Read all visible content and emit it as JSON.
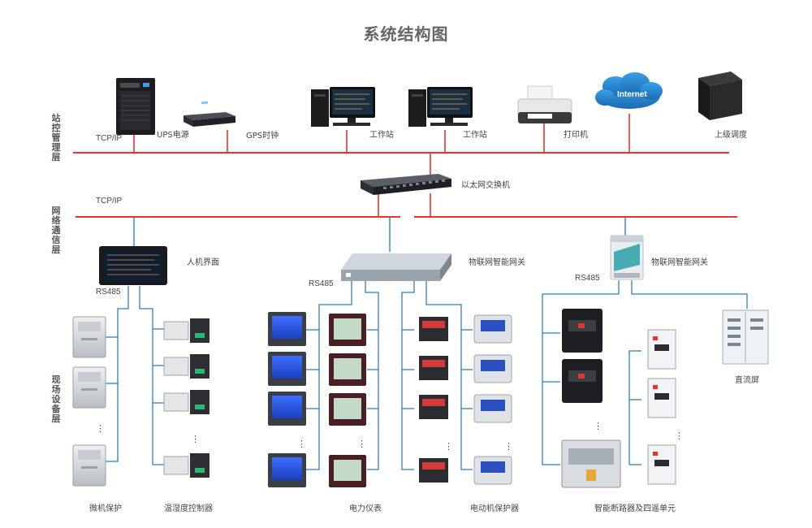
{
  "title": "系统结构图",
  "layers": {
    "station": "站控管理层",
    "network": "网络通信层",
    "field": "现场设备层"
  },
  "protocols": {
    "tcp_top": "TCP/IP",
    "tcp_mid": "TCP/IP",
    "rs485_left": "RS485",
    "rs485_center": "RS485",
    "rs485_right": "RS485"
  },
  "station_devices": {
    "ups": "UPS电源",
    "gps": "GPS时钟",
    "workstation1": "工作站",
    "workstation2": "工作站",
    "printer": "打印机",
    "internet": "Internet",
    "dispatch": "上级调度"
  },
  "network_devices": {
    "switch": "以太网交换机",
    "hmi": "人机界面",
    "gateway_center": "物联网智能网关",
    "gateway_right": "物联网智能网关"
  },
  "field_groups": {
    "micro_protection": "微机保护",
    "humidity_controller": "温湿度控制器",
    "power_meter": "电力仪表",
    "motor_protector": "电动机保护器",
    "breaker": "智能断路器及四遥单元",
    "dc_screen": "直流屏"
  },
  "ellipsis": "⋮",
  "colors": {
    "bus": "#e8332f",
    "link": "#2f7fc1",
    "title": "#666666"
  }
}
